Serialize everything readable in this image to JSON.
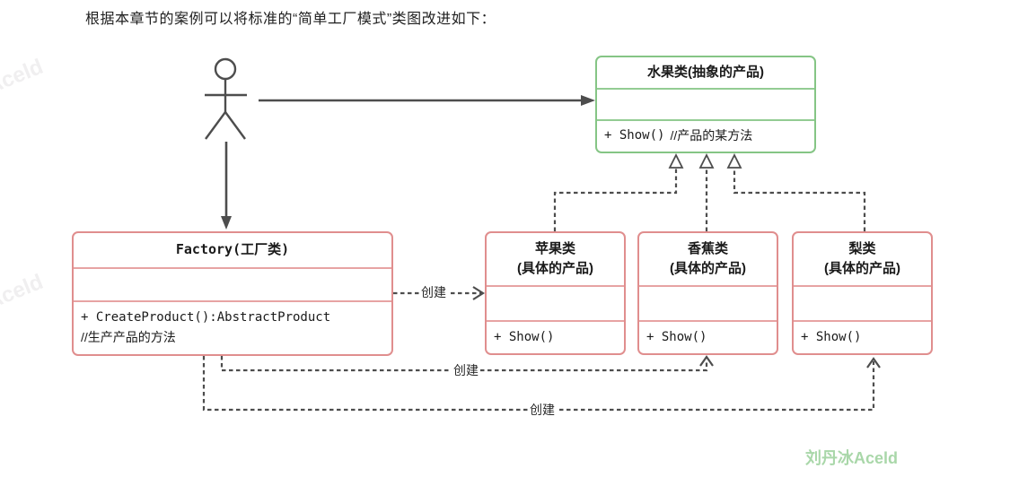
{
  "title": "根据本章节的案例可以将标准的“简单工厂模式”类图改进如下：",
  "diagram": {
    "type": "uml-class-diagram",
    "classes": {
      "fruit": {
        "name": "水果类(抽象的产品)",
        "method_code": "+ Show()",
        "method_comment": "//产品的某方法"
      },
      "factory": {
        "name": "Factory(工厂类)",
        "method_code": "+ CreateProduct():AbstractProduct",
        "method_comment": "//生产产品的方法"
      },
      "apple": {
        "name_line1": "苹果类",
        "name_line2": "(具体的产品)",
        "method_code": "+ Show()"
      },
      "banana": {
        "name_line1": "香蕉类",
        "name_line2": "(具体的产品)",
        "method_code": "+ Show()"
      },
      "pear": {
        "name_line1": "梨类",
        "name_line2": "(具体的产品)",
        "method_code": "+ Show()"
      }
    },
    "edges": {
      "create_apple_label": "创建",
      "create_banana_label": "创建",
      "create_pear_label": "创建"
    }
  },
  "watermarks": {
    "corner": "刘丹冰Aceld",
    "diagonal": "Aceld"
  },
  "colors": {
    "class_red_border": "#e08e8e",
    "class_green_border": "#85c585",
    "line_gray": "#4d4d4d",
    "watermark_green": "#a9d7a9",
    "watermark_gray": "#f0eff0"
  }
}
